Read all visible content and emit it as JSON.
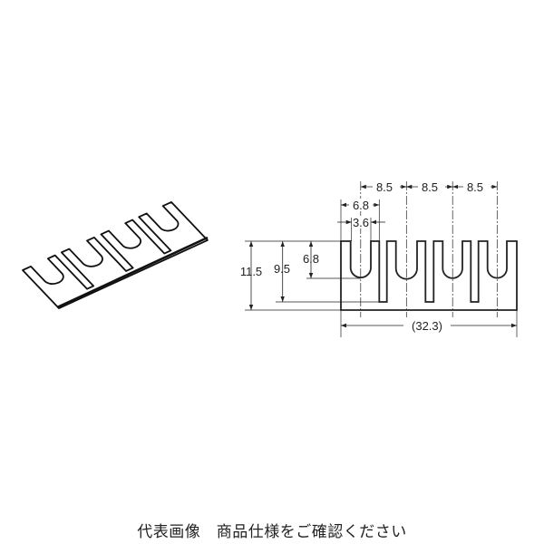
{
  "drawing": {
    "pitch_1": "8.5",
    "pitch_2": "8.5",
    "pitch_3": "8.5",
    "slot_outer_width": "6.8",
    "slot_inner_width": "3.6",
    "total_height": "11.5",
    "slit_depth": "9.5",
    "slot_depth": "6.8",
    "total_length": "(32.3)"
  },
  "caption": "代表画像　商品仕様をご確認ください",
  "colors": {
    "line": "#222222",
    "background": "#ffffff"
  }
}
